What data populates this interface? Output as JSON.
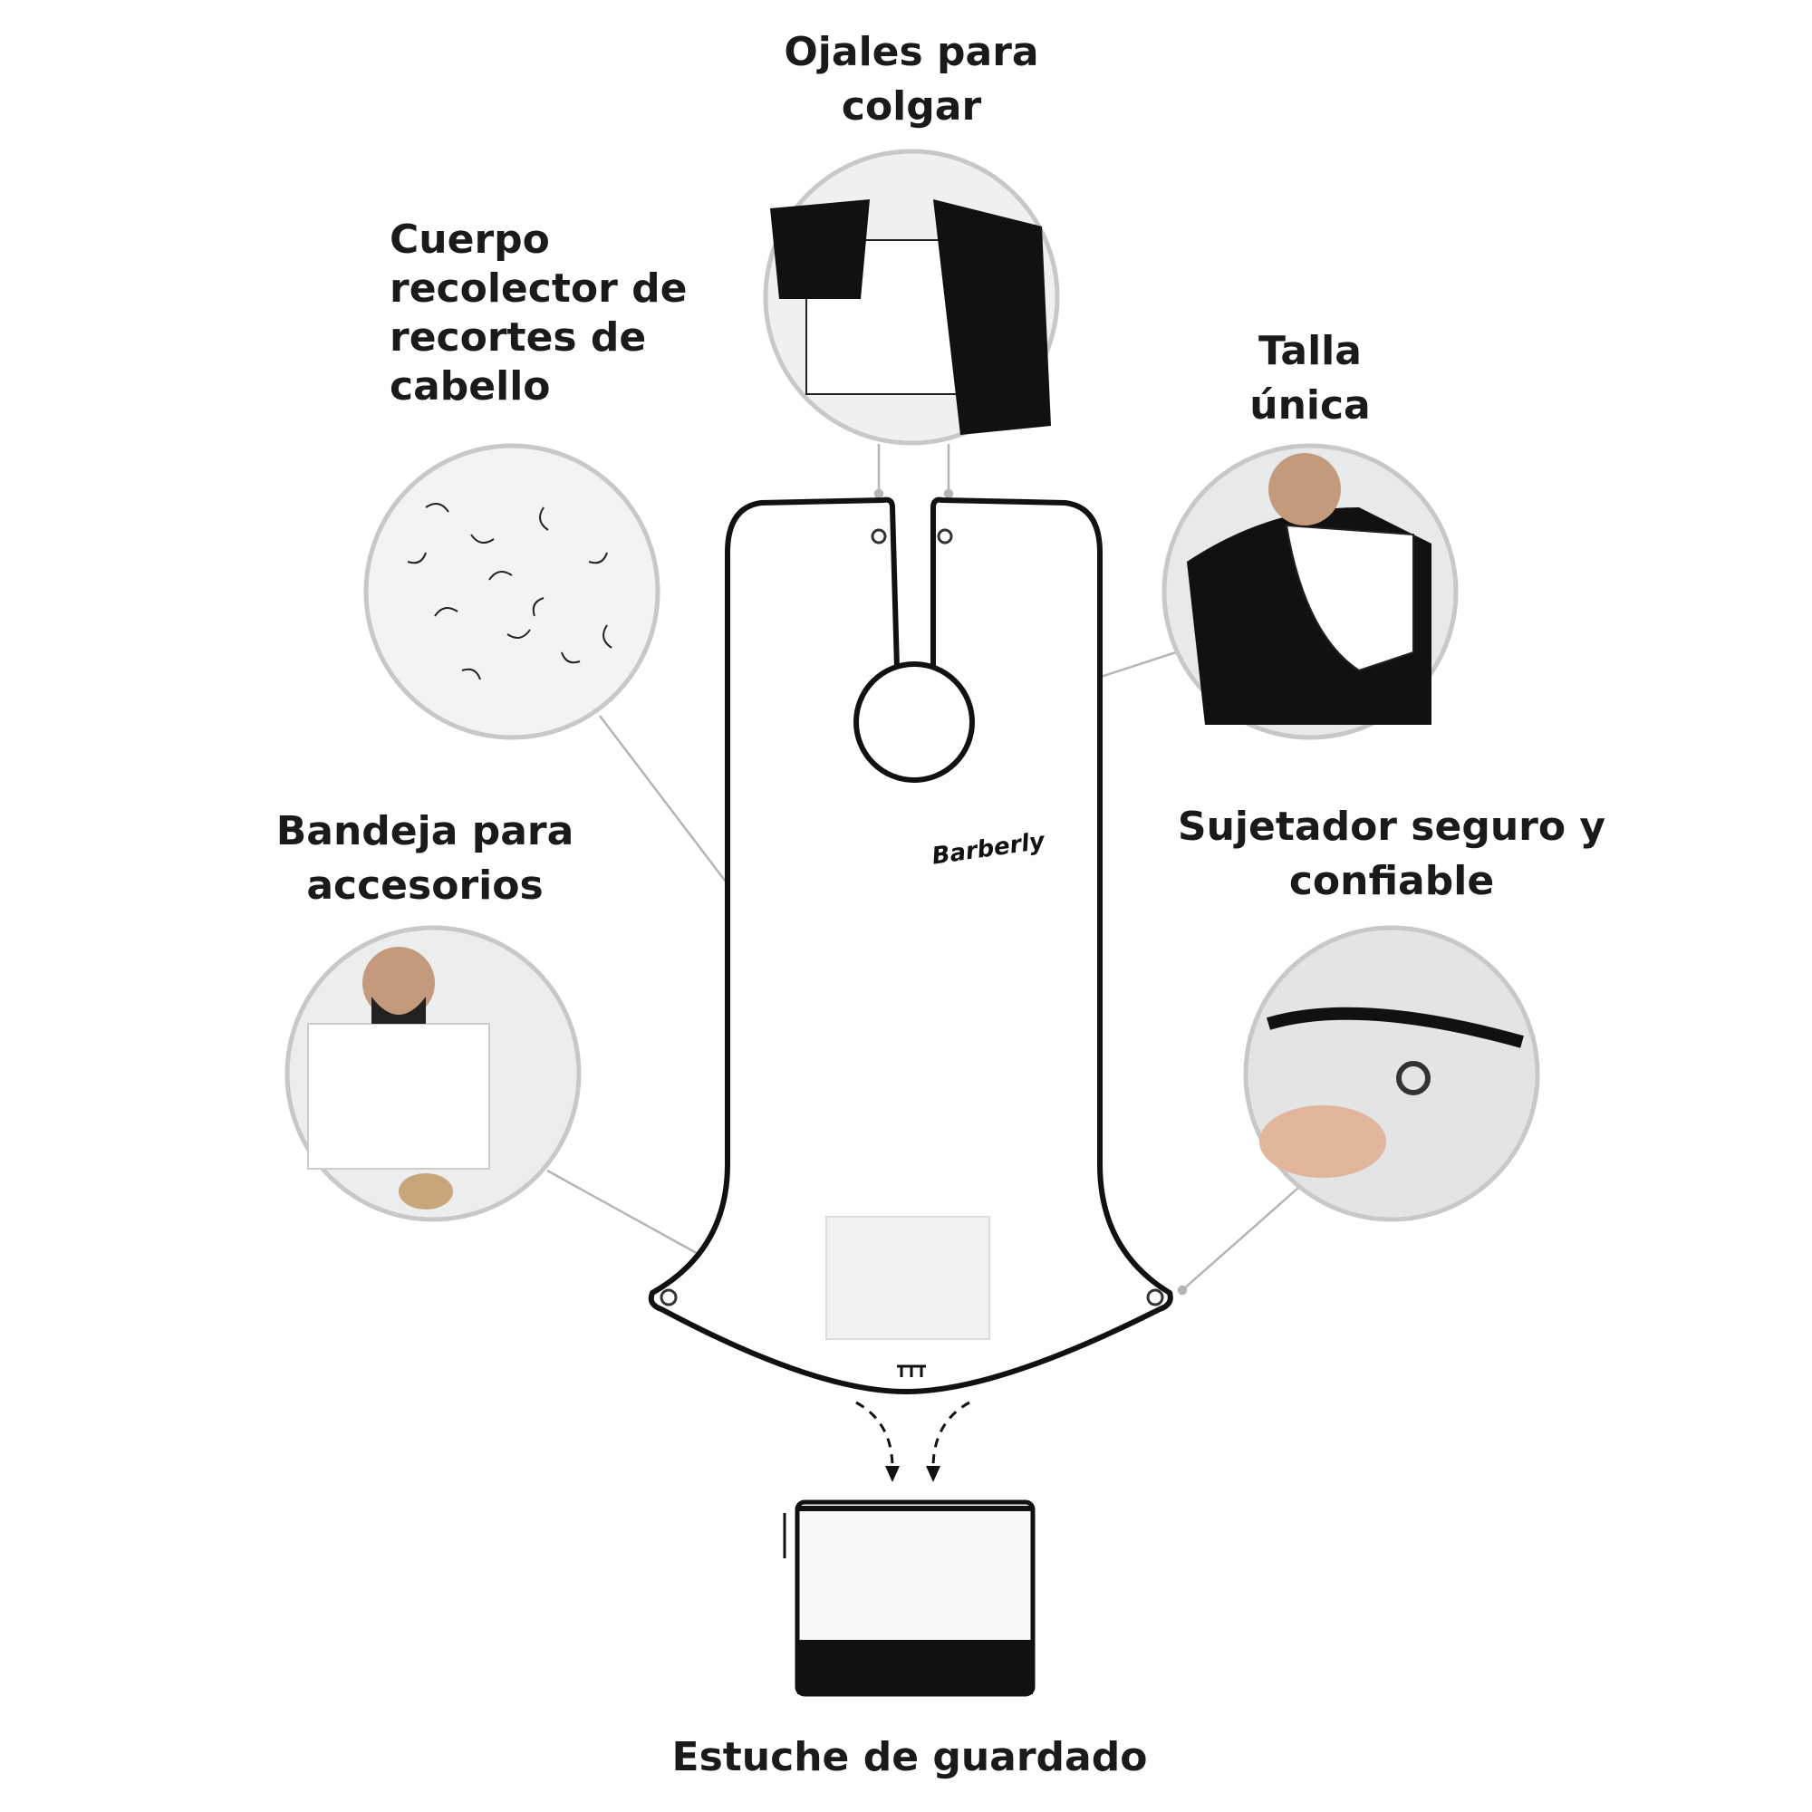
{
  "features": {
    "hanging_eyelets": {
      "line1": "Ojales para",
      "line2": "colgar"
    },
    "collector_body": {
      "line1": "Cuerpo",
      "line2": "recolector de",
      "line3": "recortes de",
      "line4": "cabello"
    },
    "one_size": {
      "line1": "Talla",
      "line2": "única"
    },
    "accessory_tray": {
      "line1": "Bandeja para",
      "line2": "accesorios"
    },
    "secure_fastener": {
      "line1": "Sujetador seguro y",
      "line2": "confiable"
    },
    "storage_case": {
      "label": "Estuche de guardado"
    }
  },
  "product": {
    "brand": "Barberly"
  },
  "colors": {
    "text": "#1a1a1a",
    "line": "#b5b5b5",
    "apron_edge": "#111111"
  }
}
